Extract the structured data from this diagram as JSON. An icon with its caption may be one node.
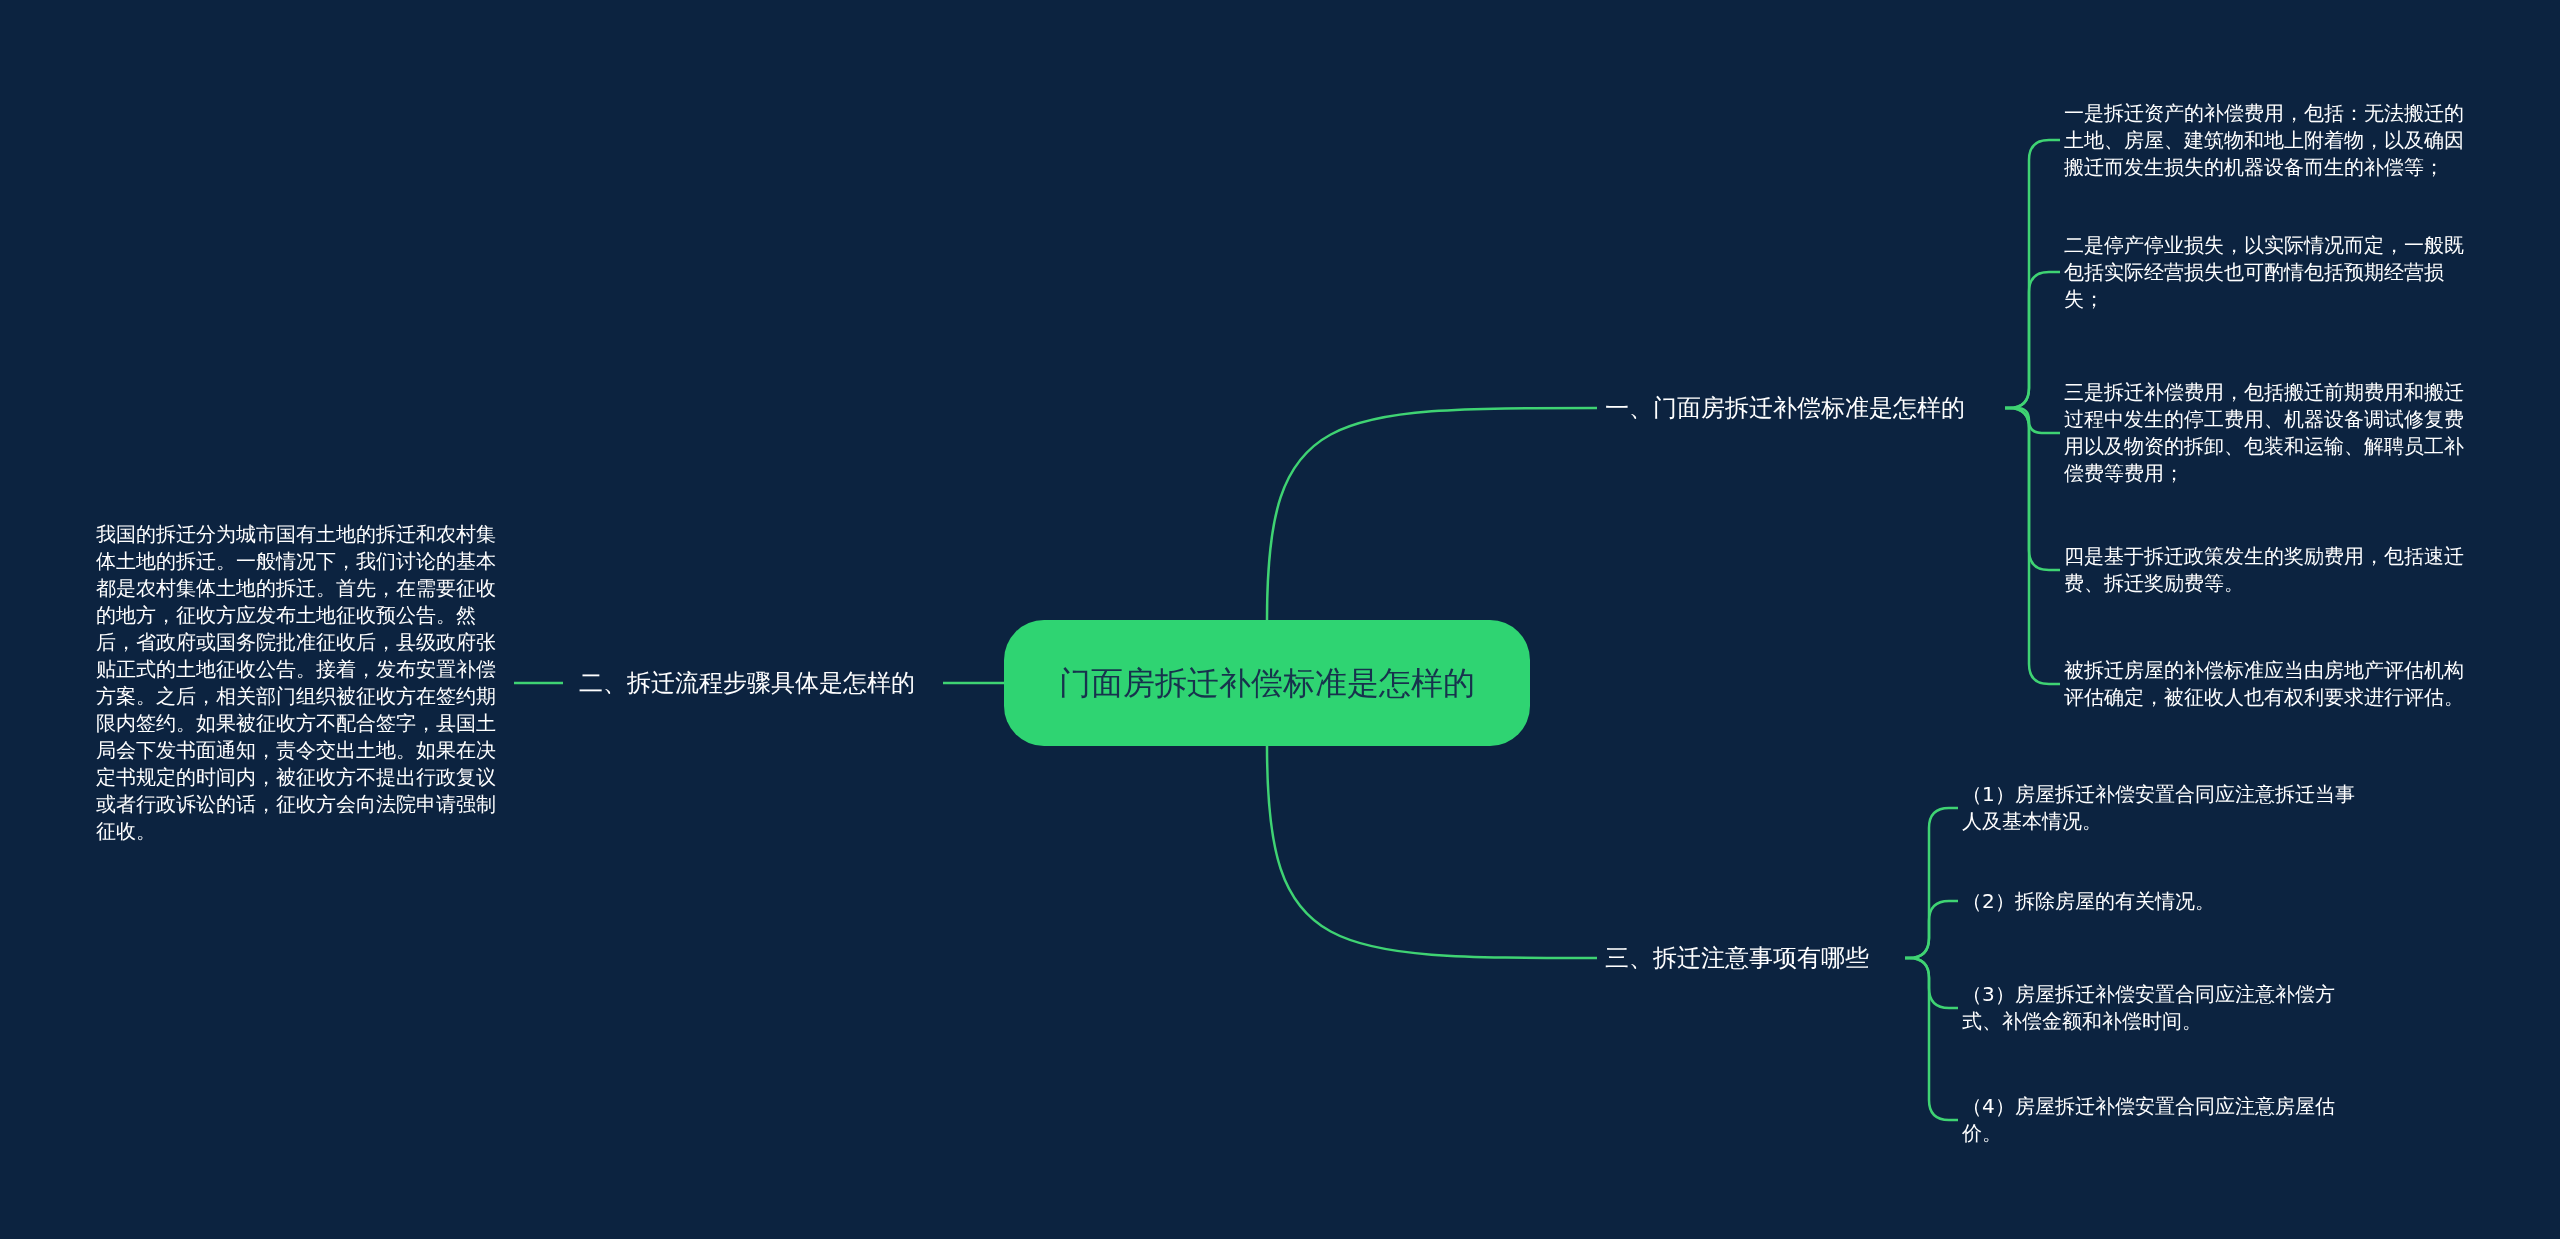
{
  "diagram": {
    "nodes": [
      {
        "text": [
          "门面房拆迁补偿标准是怎样的"
        ]
      },
      {
        "text": [
          "一、门面房拆迁补偿标准是怎样的"
        ]
      },
      {
        "text": [
          "一是拆迁资产的补偿费用，包括：无法搬迁的土地、房屋、建筑物和地上附着物，以及确因搬迁而发生损失的机器设备而生的补偿等；"
        ]
      },
      {
        "text": [
          "二是停产停业损失，以实际情况而定，一般既包括实际经营损失也可酌情包括预期经营损失；"
        ]
      },
      {
        "text": [
          "三是拆迁补偿费用，包括搬迁前期费用和搬迁过程中发生的停工费用、机器设备调试修复费用以及物资的拆卸、包装和运输、解聘员工补偿费等费用；"
        ]
      },
      {
        "text": [
          "四是基于拆迁政策发生的奖励费用，包括速迁费、拆迁奖励费等。"
        ]
      },
      {
        "text": [
          "被拆迁房屋的补偿标准应当由房地产评估机构评估确定，被征收人也有权利要求进行评估。"
        ]
      },
      {
        "text": [
          "二、拆迁流程步骤具体是怎样的"
        ]
      },
      {
        "text": [
          "我国的拆迁分为城市国有土地的拆迁和农村集体土地的拆迁。一般情况下，我们讨论的基本都是农村集体土地的拆迁。首先，在需要征收的地方，征收方应发布土地征收预公告。然后，省政府或国务院批准征收后，县级政府张贴正式的土地征收公告。接着，发布安置补偿方案。之后，相关部门组织被征收方在签约期限内签约。如果被征收方不配合签字，县国土局会下发书面通知，责令交出土地。如果在决定书规定的时间内，被征收方不提出行政复议或者行政诉讼的话，征收方会向法院申请强制征收。"
        ]
      },
      {
        "text": [
          "三、拆迁注意事项有哪些"
        ]
      },
      {
        "text": [
          "（1）房屋拆迁补偿安置合同应注意拆迁当事人及基本情况。"
        ]
      },
      {
        "text": [
          "（2）拆除房屋的有关情况。"
        ]
      },
      {
        "text": [
          "（3）房屋拆迁补偿安置合同应注意补偿方式、补偿金额和补偿时间。"
        ]
      },
      {
        "text": [
          "（4）房屋拆迁补偿安置合同应注意房屋估价。"
        ]
      }
    ],
    "edges": [
      {
        "from": 0,
        "to": 1,
        "arrow": "none"
      },
      {
        "from": 1,
        "to": 2,
        "arrow": "none"
      },
      {
        "from": 1,
        "to": 3,
        "arrow": "none"
      },
      {
        "from": 1,
        "to": 4,
        "arrow": "none"
      },
      {
        "from": 1,
        "to": 5,
        "arrow": "none"
      },
      {
        "from": 1,
        "to": 6,
        "arrow": "none"
      },
      {
        "from": 0,
        "to": 7,
        "arrow": "none"
      },
      {
        "from": 7,
        "to": 8,
        "arrow": "none"
      },
      {
        "from": 0,
        "to": 9,
        "arrow": "none"
      },
      {
        "from": 9,
        "to": 10,
        "arrow": "none"
      },
      {
        "from": 9,
        "to": 11,
        "arrow": "none"
      },
      {
        "from": 9,
        "to": 12,
        "arrow": "none"
      },
      {
        "from": 9,
        "to": 13,
        "arrow": "none"
      }
    ]
  }
}
